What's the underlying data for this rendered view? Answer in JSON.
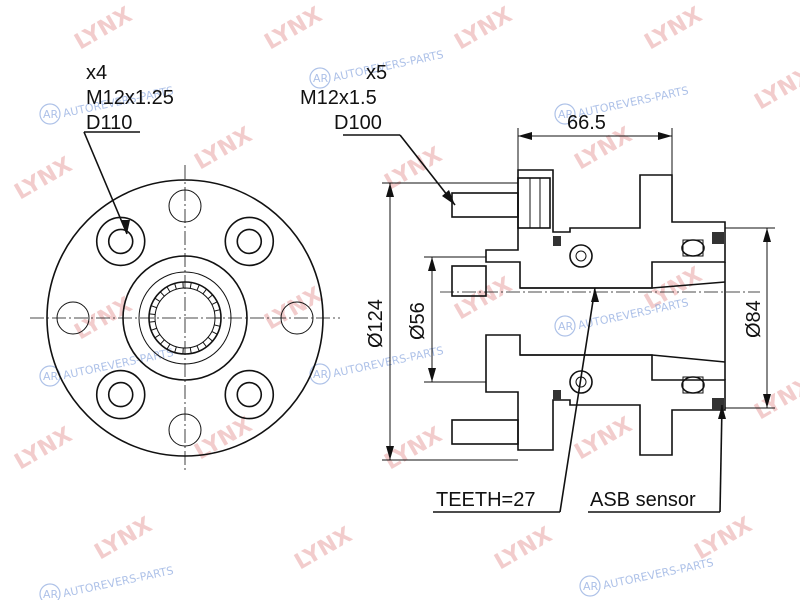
{
  "callouts": {
    "front_stud_count": "x4",
    "front_stud_thread": "M12x1.25",
    "front_pcd": "D110",
    "rear_stud_count": "x5",
    "rear_stud_thread": "M12x1.5",
    "rear_pcd": "D100",
    "teeth": "TEETH=27",
    "sensor": "ASB sensor"
  },
  "dimensions": {
    "length": "66.5",
    "flange_diameter": "Ø124",
    "pilot_diameter": "Ø56",
    "body_diameter": "Ø84"
  },
  "watermarks": {
    "brand": "LYNX",
    "site": "AUTOREVERS-PARTS",
    "badge": "AR"
  },
  "colors": {
    "ink": "#111111",
    "brand_watermark": "#e8a3a3",
    "site_watermark": "#6b8fd6"
  }
}
